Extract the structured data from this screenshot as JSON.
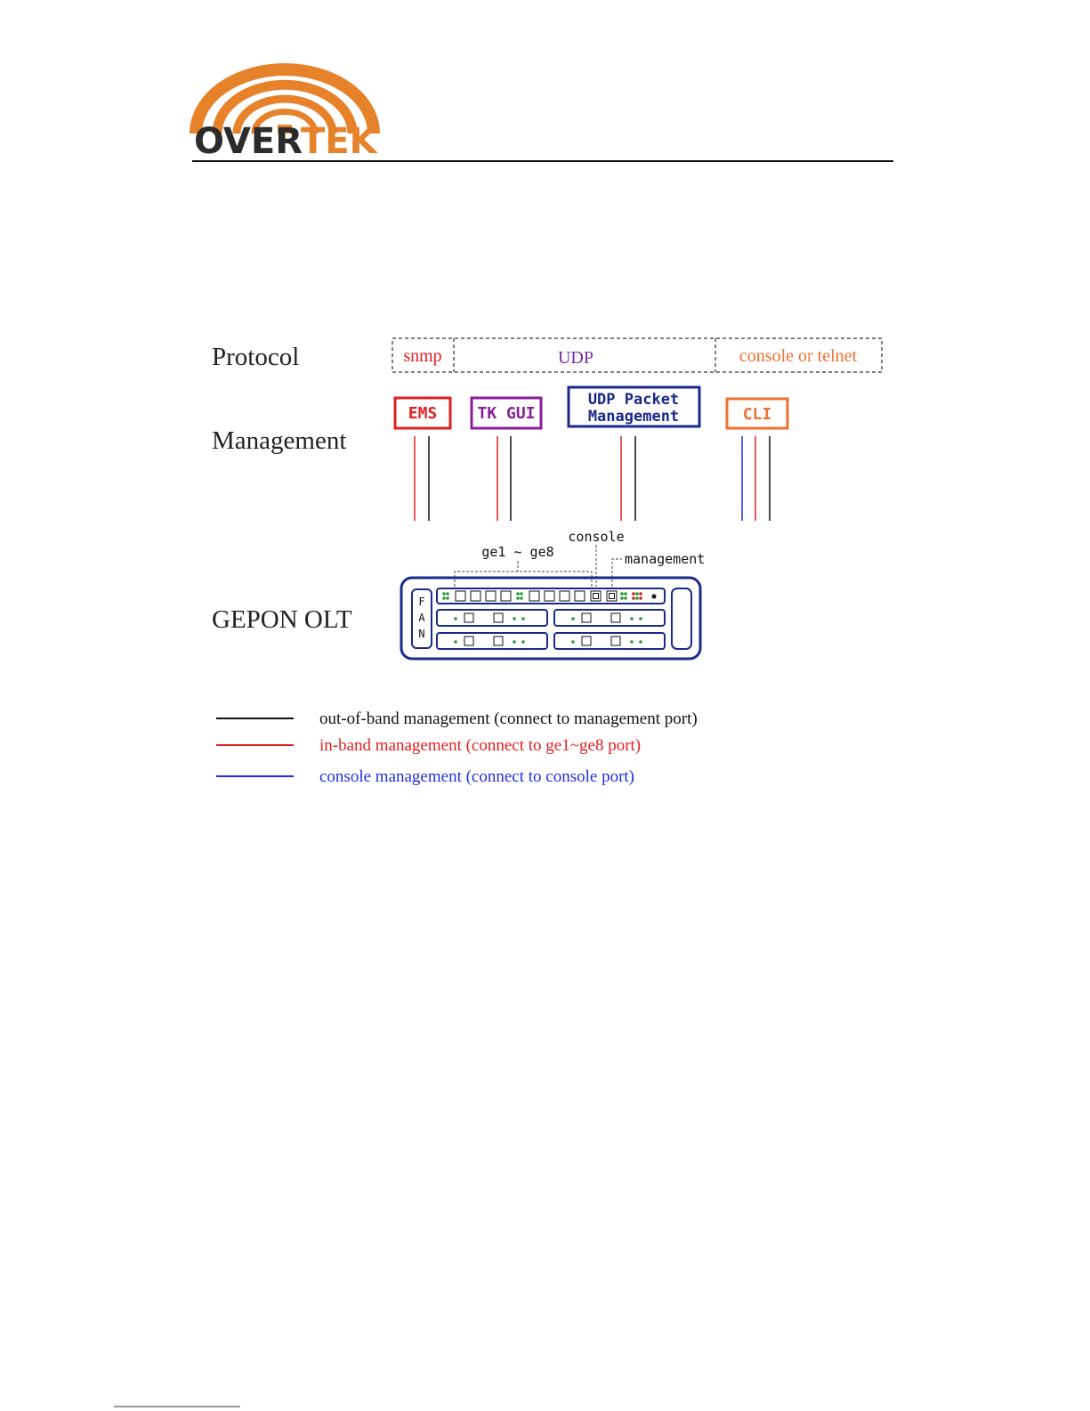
{
  "logo": {
    "text_over": "OVER",
    "text_tek": "TEK",
    "color_arcs": "#e5822a",
    "color_text": "#2b2b2b"
  },
  "rows": {
    "protocol": "Protocol",
    "management": "Management",
    "olt": "GEPON OLT"
  },
  "protocols": [
    {
      "label": "snmp",
      "color": "#e02020"
    },
    {
      "label": "UDP",
      "color": "#7a2aa0"
    },
    {
      "label": "console or telnet",
      "color": "#f07030"
    }
  ],
  "management_boxes": [
    {
      "id": "ems",
      "lines": [
        "EMS"
      ],
      "color": "#e02020"
    },
    {
      "id": "tk-gui",
      "lines": [
        "TK GUI"
      ],
      "color": "#8a1e9a"
    },
    {
      "id": "udp-packet",
      "lines": [
        "UDP Packet",
        "Management"
      ],
      "color": "#1a2a8a"
    },
    {
      "id": "cli",
      "lines": [
        "CLI"
      ],
      "color": "#f07030"
    }
  ],
  "ports": {
    "ge": "ge1 ~ ge8",
    "console": "console",
    "management": "management"
  },
  "fan_letters": [
    "F",
    "A",
    "N"
  ],
  "legend": [
    {
      "color": "#111111",
      "text": "out-of-band management (connect to management port)"
    },
    {
      "color": "#e02020",
      "text": "in-band management (connect to ge1~ge8 port)"
    },
    {
      "color": "#2030e0",
      "text": "console management (connect to console port)"
    }
  ],
  "device_color": "#1a2a8a",
  "led_green": "#2a9a3a",
  "led_red": "#d02020"
}
